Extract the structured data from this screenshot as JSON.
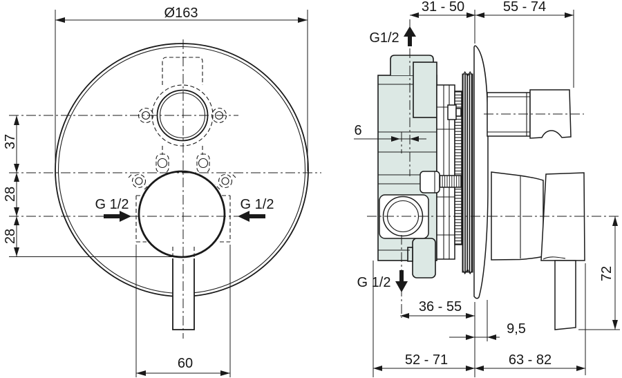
{
  "colors": {
    "background": "#ffffff",
    "line": "#1a1a1a",
    "body_fill": "#dce8e4"
  },
  "front_view": {
    "diameter_label": "Ø163",
    "gap_top": "37",
    "gap_middle": "28",
    "gap_bottom": "28",
    "handle_width": "60",
    "inlet_left_label": "G 1/2",
    "inlet_right_label": "G 1/2"
  },
  "side_view": {
    "top_depth_wall": "31 - 50",
    "top_depth_trim": "55 - 74",
    "outlet_top_label": "G1/2",
    "offset_dim": "6",
    "outlet_bottom_label": "G 1/2",
    "bottom_depth_wall": "36 - 55",
    "trim_plate_depth": "9,5",
    "body_depth": "52 - 71",
    "handle_depth": "63 - 82",
    "handle_drop": "72"
  }
}
